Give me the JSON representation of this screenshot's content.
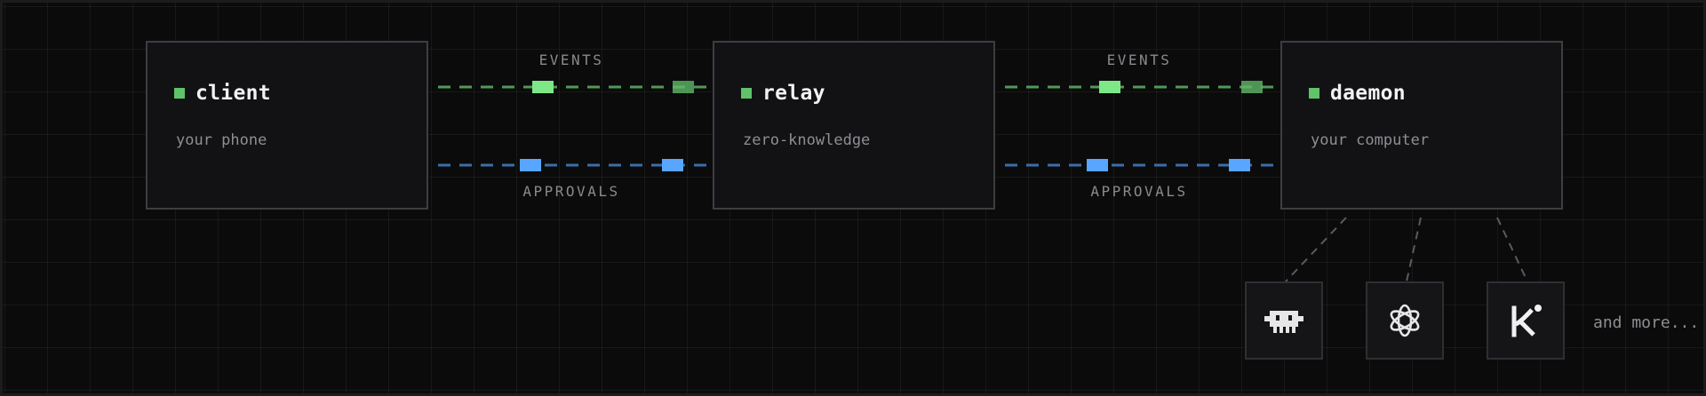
{
  "nodes": {
    "client": {
      "title": "client",
      "subtitle": "your phone"
    },
    "relay": {
      "title": "relay",
      "subtitle": "zero-knowledge"
    },
    "daemon": {
      "title": "daemon",
      "subtitle": "your computer"
    }
  },
  "channels": {
    "events_label": "EVENTS",
    "approvals_label": "APPROVALS"
  },
  "agents": {
    "items": [
      {
        "icon": "robot-icon"
      },
      {
        "icon": "openai-knot-icon"
      },
      {
        "icon": "k-logo-icon"
      }
    ],
    "more_label": "and more..."
  },
  "colors": {
    "background": "#0b0b0c",
    "node_fill": "#121215",
    "node_border": "#3d3d42",
    "status_dot": "#5fc36a",
    "events_line": "#4f9a55",
    "events_packet": "#7ee787",
    "approvals_line": "#3b6ea8",
    "approvals_packet": "#58a6ff"
  }
}
